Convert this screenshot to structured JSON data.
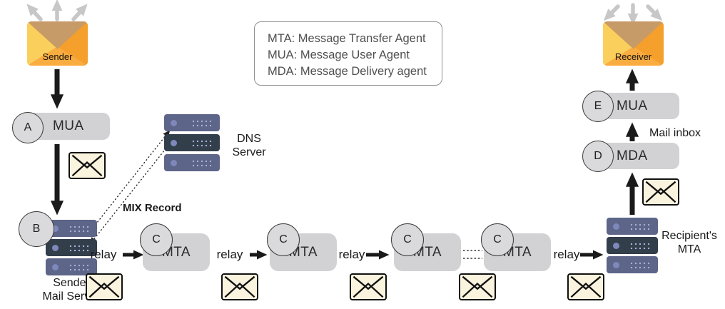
{
  "legend": {
    "lines": [
      "MTA: Message Transfer Agent",
      "MUA: Message User Agent",
      "MDA: Message Delivery agent"
    ]
  },
  "endpoints": {
    "sender": {
      "label": "Sender"
    },
    "receiver": {
      "label": "Receiver"
    }
  },
  "agents": {
    "mua_sender": {
      "step": "A",
      "label": "MUA"
    },
    "sender_mail_server": {
      "step": "B",
      "label_line1": "Sender",
      "label_line2": "Mail Server"
    },
    "dns_server": {
      "label_line1": "DNS",
      "label_line2": "Server"
    },
    "mta_chain": {
      "step": "C",
      "label": "MTA"
    },
    "recipients_mta": {
      "label_line1": "Recipient's",
      "label_line2": "MTA"
    },
    "mda": {
      "step": "D",
      "label": "MDA"
    },
    "mua_receiver": {
      "step": "E",
      "label": "MUA"
    }
  },
  "labels": {
    "relay": "relay",
    "mix_record": "MIX Record",
    "mail_inbox": "Mail inbox"
  },
  "icons": [
    "envelope-icon",
    "server-icon",
    "outgoing-arrows-icon",
    "incoming-arrows-icon"
  ],
  "colors": {
    "box_gray": "#d2d2d4",
    "badge_gray": "#dadadc",
    "arrow_black": "#1a1a1a",
    "arrow_gray": "#c7c7c7",
    "envelope_cream": "#faf3de",
    "envelope_orange": "#f9ac3f",
    "envelope_flap_tan": "#c69b68",
    "envelope_fold_yellow": "#fbcf5c",
    "server_slate": "#5d6589",
    "server_dark": "#333e4b",
    "text_dark": "#2b2b2b"
  }
}
